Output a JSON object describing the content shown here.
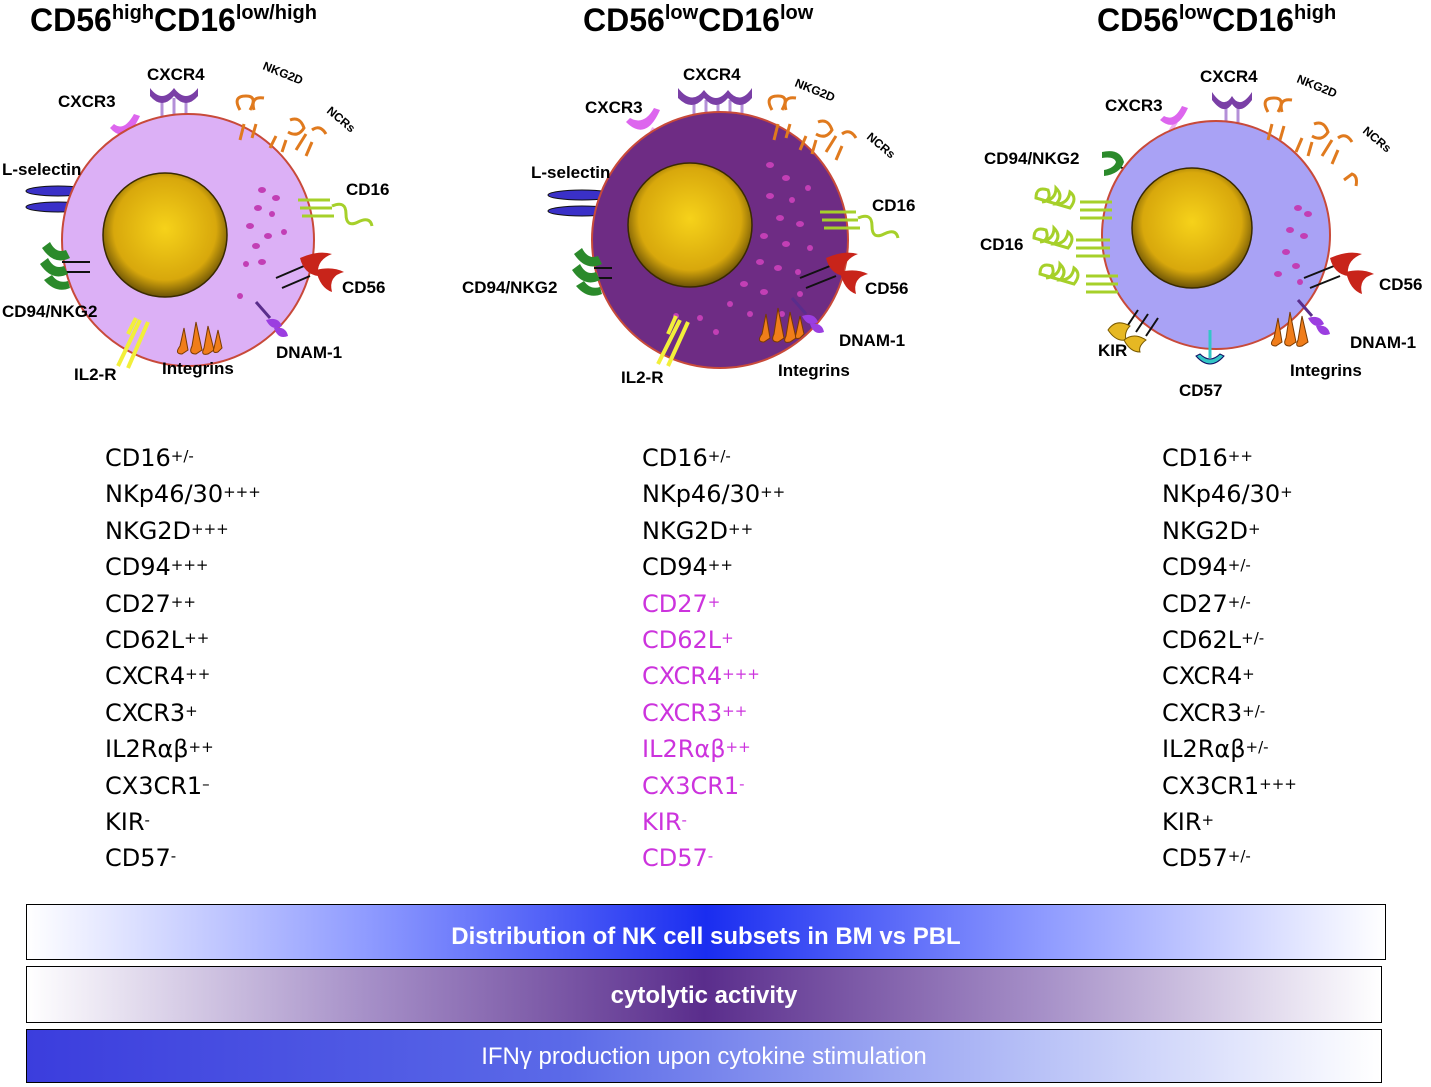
{
  "colors": {
    "magenta": "#cc33dd",
    "cell1": "#dcb0f6",
    "cell2": "#6e2c84",
    "cell3": "#a9a2f5",
    "nucleus": "#e3b20f",
    "cxcr3": "#dd66ee",
    "cxcr4": "#7a3fa6",
    "nkg2d": "#e07a1e",
    "cd16": "#a6d02a",
    "cd56": "#c8241a",
    "cd94": "#2b8a2b",
    "lselectin": "#3a30c8",
    "il2r": "#f2ef3a",
    "integrins": "#f07d1a",
    "kir": "#e6b823",
    "cd57": "#33c6c6"
  },
  "titles": [
    {
      "base1": "CD56",
      "sup1": "high",
      "base2": "CD16",
      "sup2": "low/high"
    },
    {
      "base1": "CD56",
      "sup1": "low",
      "base2": "CD16",
      "sup2": "low"
    },
    {
      "base1": "CD56",
      "sup1": "low",
      "base2": "CD16",
      "sup2": "high"
    }
  ],
  "cell_labels": {
    "cxcr3": "CXCR3",
    "cxcr4": "CXCR4",
    "nkg2d": "NKG2D",
    "ncrs": "NCRs",
    "lselectin": "L-selectin",
    "cd16": "CD16",
    "cd56": "CD56",
    "cd94nkg2": "CD94/NKG2",
    "dnam1": "DNAM-1",
    "il2r": "IL2-R",
    "integrins": "Integrins",
    "kir": "KIR",
    "cd57": "CD57"
  },
  "marker_lists": [
    [
      {
        "name": "CD16",
        "sup": "+/-",
        "highlight": false
      },
      {
        "name": "NKp46/30",
        "sup": "+++",
        "highlight": false
      },
      {
        "name": "NKG2D",
        "sup": "+++",
        "highlight": false
      },
      {
        "name": "CD94",
        "sup": "+++",
        "highlight": false
      },
      {
        "name": "CD27",
        "sup": "++",
        "highlight": false
      },
      {
        "name": "CD62L",
        "sup": "++",
        "highlight": false
      },
      {
        "name": "CXCR4",
        "sup": "++",
        "highlight": false
      },
      {
        "name": "CXCR3",
        "sup": "+",
        "highlight": false
      },
      {
        "name": "IL2Rαβ",
        "sup": "++",
        "highlight": false
      },
      {
        "name": "CX3CR1",
        "sup": "–",
        "highlight": false
      },
      {
        "name": "KIR",
        "sup": "-",
        "highlight": false
      },
      {
        "name": "CD57",
        "sup": "-",
        "highlight": false
      }
    ],
    [
      {
        "name": "CD16",
        "sup": "+/-",
        "highlight": false
      },
      {
        "name": "NKp46/30",
        "sup": "++",
        "highlight": false
      },
      {
        "name": "NKG2D",
        "sup": "++",
        "highlight": false
      },
      {
        "name": "CD94",
        "sup": "++",
        "highlight": false
      },
      {
        "name": "CD27",
        "sup": "+",
        "highlight": true
      },
      {
        "name": "CD62L",
        "sup": "+",
        "highlight": true
      },
      {
        "name": "CXCR4",
        "sup": "+++",
        "highlight": true
      },
      {
        "name": "CXCR3",
        "sup": "++",
        "highlight": true
      },
      {
        "name": "IL2Rαβ",
        "sup": "++",
        "highlight": true
      },
      {
        "name": "CX3CR1",
        "sup": "-",
        "highlight": true
      },
      {
        "name": "KIR",
        "sup": "-",
        "highlight": true
      },
      {
        "name": "CD57",
        "sup": "-",
        "highlight": true
      }
    ],
    [
      {
        "name": "CD16",
        "sup": "++",
        "highlight": false
      },
      {
        "name": "NKp46/30",
        "sup": "+",
        "highlight": false
      },
      {
        "name": "NKG2D",
        "sup": "+",
        "highlight": false
      },
      {
        "name": "CD94",
        "sup": "+/-",
        "highlight": false
      },
      {
        "name": "CD27",
        "sup": "+/-",
        "highlight": false
      },
      {
        "name": "CD62L",
        "sup": "+/-",
        "highlight": false
      },
      {
        "name": "CXCR4",
        "sup": "+",
        "highlight": false
      },
      {
        "name": "CXCR3",
        "sup": "+/-",
        "highlight": false
      },
      {
        "name": "IL2Rαβ",
        "sup": "+/-",
        "highlight": false
      },
      {
        "name": "CX3CR1",
        "sup": "+++",
        "highlight": false
      },
      {
        "name": "KIR",
        "sup": "+",
        "highlight": false
      },
      {
        "name": "CD57",
        "sup": "+/-",
        "highlight": false
      }
    ]
  ],
  "bars": {
    "distribution": "Distribution of NK cell subsets in BM vs PBL",
    "cytolytic": "cytolytic activity",
    "ifng": "IFNγ production upon cytokine stimulation"
  }
}
